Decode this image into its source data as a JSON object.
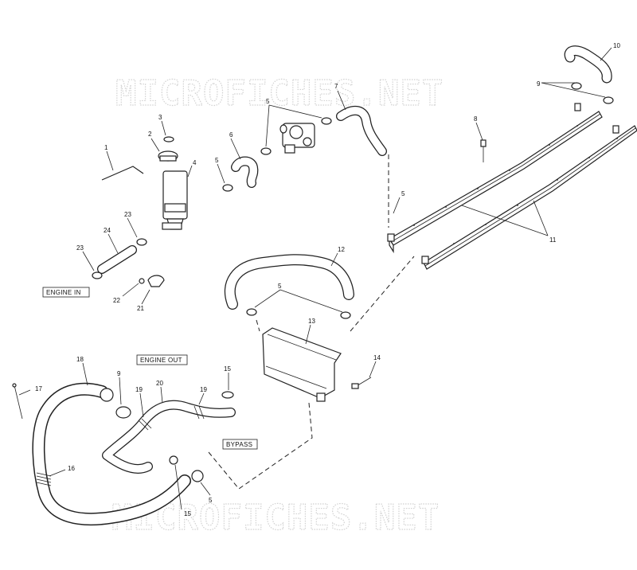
{
  "watermark": {
    "top": "MICROFICHES.NET",
    "bottom": "MICROFICHES.NET"
  },
  "labels": {
    "engine_in": "ENGINE IN",
    "engine_out": "ENGINE OUT",
    "bypass": "BYPASS"
  },
  "callouts": [
    {
      "id": "c1",
      "text": "1"
    },
    {
      "id": "c2",
      "text": "2"
    },
    {
      "id": "c3",
      "text": "3"
    },
    {
      "id": "c4",
      "text": "4"
    },
    {
      "id": "c5a",
      "text": "5"
    },
    {
      "id": "c5b",
      "text": "5"
    },
    {
      "id": "c5c",
      "text": "5"
    },
    {
      "id": "c5d",
      "text": "5"
    },
    {
      "id": "c5e",
      "text": "5"
    },
    {
      "id": "c6",
      "text": "6"
    },
    {
      "id": "c7",
      "text": "7"
    },
    {
      "id": "c8",
      "text": "8"
    },
    {
      "id": "c9a",
      "text": "9"
    },
    {
      "id": "c9b",
      "text": "9"
    },
    {
      "id": "c10",
      "text": "10"
    },
    {
      "id": "c11",
      "text": "11"
    },
    {
      "id": "c12",
      "text": "12"
    },
    {
      "id": "c13",
      "text": "13"
    },
    {
      "id": "c14",
      "text": "14"
    },
    {
      "id": "c15a",
      "text": "15"
    },
    {
      "id": "c15b",
      "text": "15"
    },
    {
      "id": "c16",
      "text": "16"
    },
    {
      "id": "c17",
      "text": "17"
    },
    {
      "id": "c18",
      "text": "18"
    },
    {
      "id": "c19a",
      "text": "19"
    },
    {
      "id": "c19b",
      "text": "19"
    },
    {
      "id": "c20",
      "text": "20"
    },
    {
      "id": "c21",
      "text": "21"
    },
    {
      "id": "c22",
      "text": "22"
    },
    {
      "id": "c23a",
      "text": "23"
    },
    {
      "id": "c23b",
      "text": "23"
    },
    {
      "id": "c24",
      "text": "24"
    }
  ]
}
